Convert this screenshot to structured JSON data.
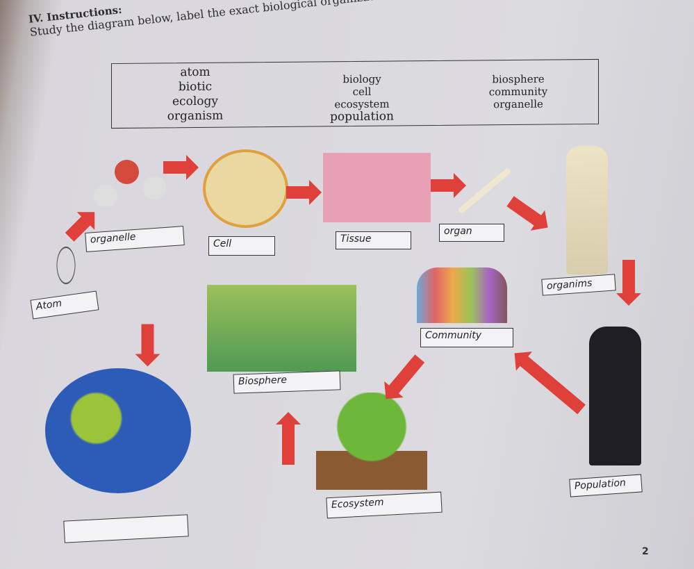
{
  "header": {
    "number": "IV.",
    "title": "Instructions:",
    "text": "Study the diagram below, label the exact biological organization by choosing it from the word bank provided."
  },
  "word_bank": [
    [
      "atom",
      "biotic",
      "ecology",
      "organism"
    ],
    [
      "biology",
      "cell",
      "ecosystem",
      "population"
    ],
    [
      "biosphere",
      "community",
      "organelle"
    ]
  ],
  "labels": {
    "atom": "Atom",
    "organelle": "organelle",
    "cell": "Cell",
    "tissue": "Tissue",
    "organ": "organ",
    "organism": "organims",
    "population": "Population",
    "community": "Community",
    "ecosystem": "Ecosystem",
    "biosphere": "Biosphere",
    "earth": ""
  },
  "footer": {
    "page": "2"
  },
  "colors": {
    "arrow": "#e0403a",
    "paper": "#dcdbe0"
  }
}
